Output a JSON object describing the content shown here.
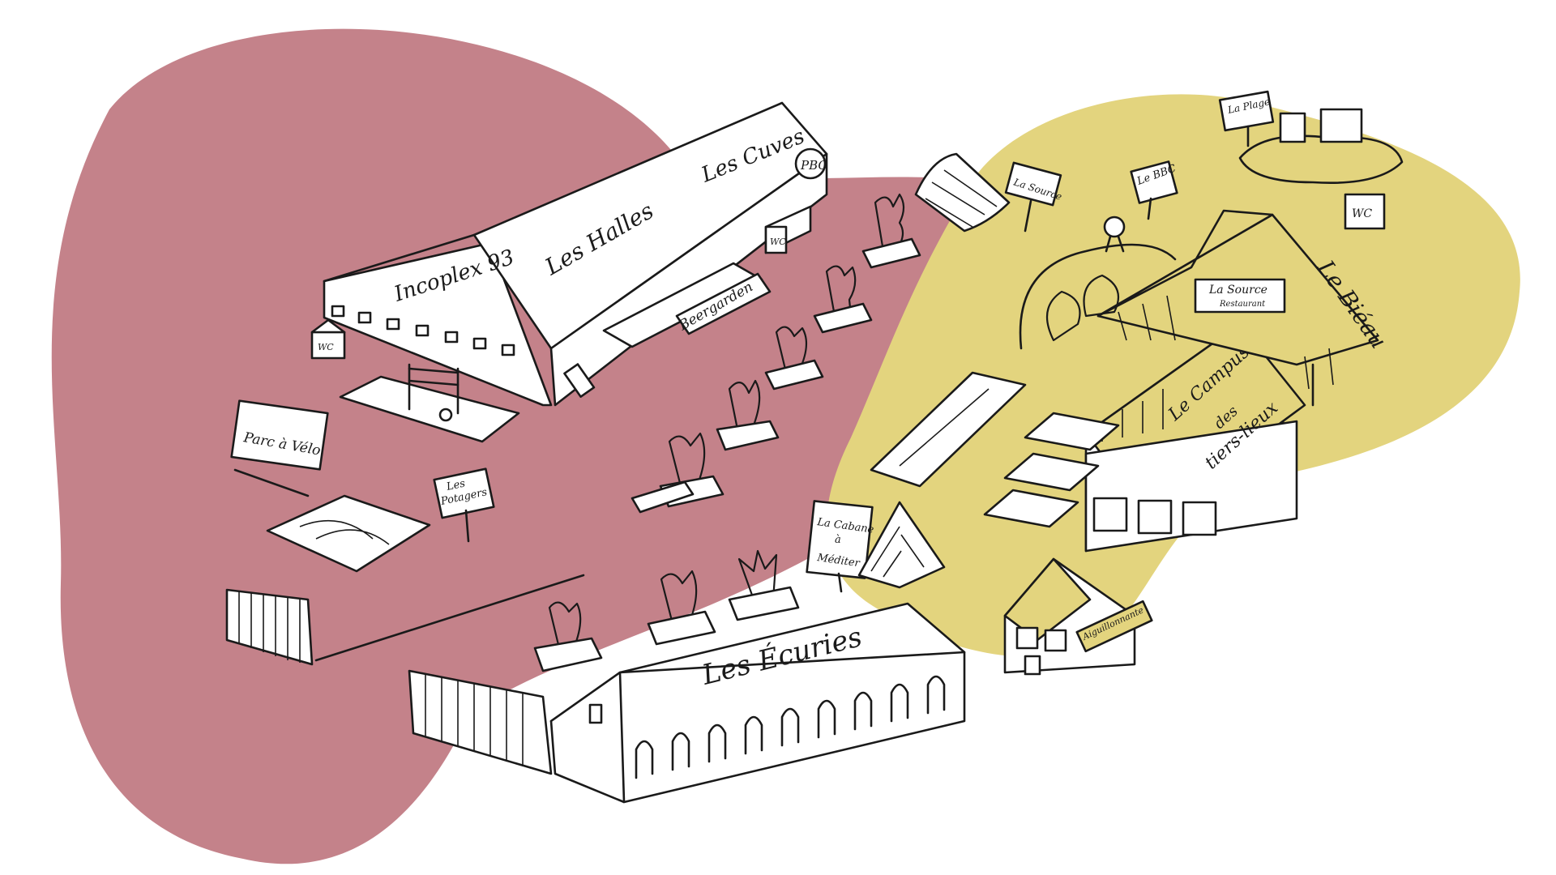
{
  "colors": {
    "blob_main": "#c4828a",
    "blob_yellow": "#e3d47e",
    "ink": "#1a1a1a",
    "building_fill": "#ffffff"
  },
  "labels": {
    "incoplex": "Incoplex 93",
    "halles": "Les Halles",
    "cuves": "Les Cuves",
    "pbc": "PBC",
    "beergarden": "Beergarden",
    "wc": "WC",
    "parc_velo": "Parc à Vélo",
    "potagers_1": "Les",
    "potagers_2": "Potagers",
    "cabane_1": "La Cabane",
    "cabane_2": "à",
    "cabane_3": "Méditer",
    "ecuries": "Les Écuries",
    "campus_1": "Le Campus",
    "campus_2": "des",
    "campus_3": "tiers-lieux",
    "source_restaurant": "La Source",
    "restaurant": "Restaurant",
    "bieau": "Le Biéau",
    "source_sign": "La Source",
    "bbc": "Le BBC",
    "plage": "La Plage",
    "aiguille": "Aiguillonnante"
  }
}
